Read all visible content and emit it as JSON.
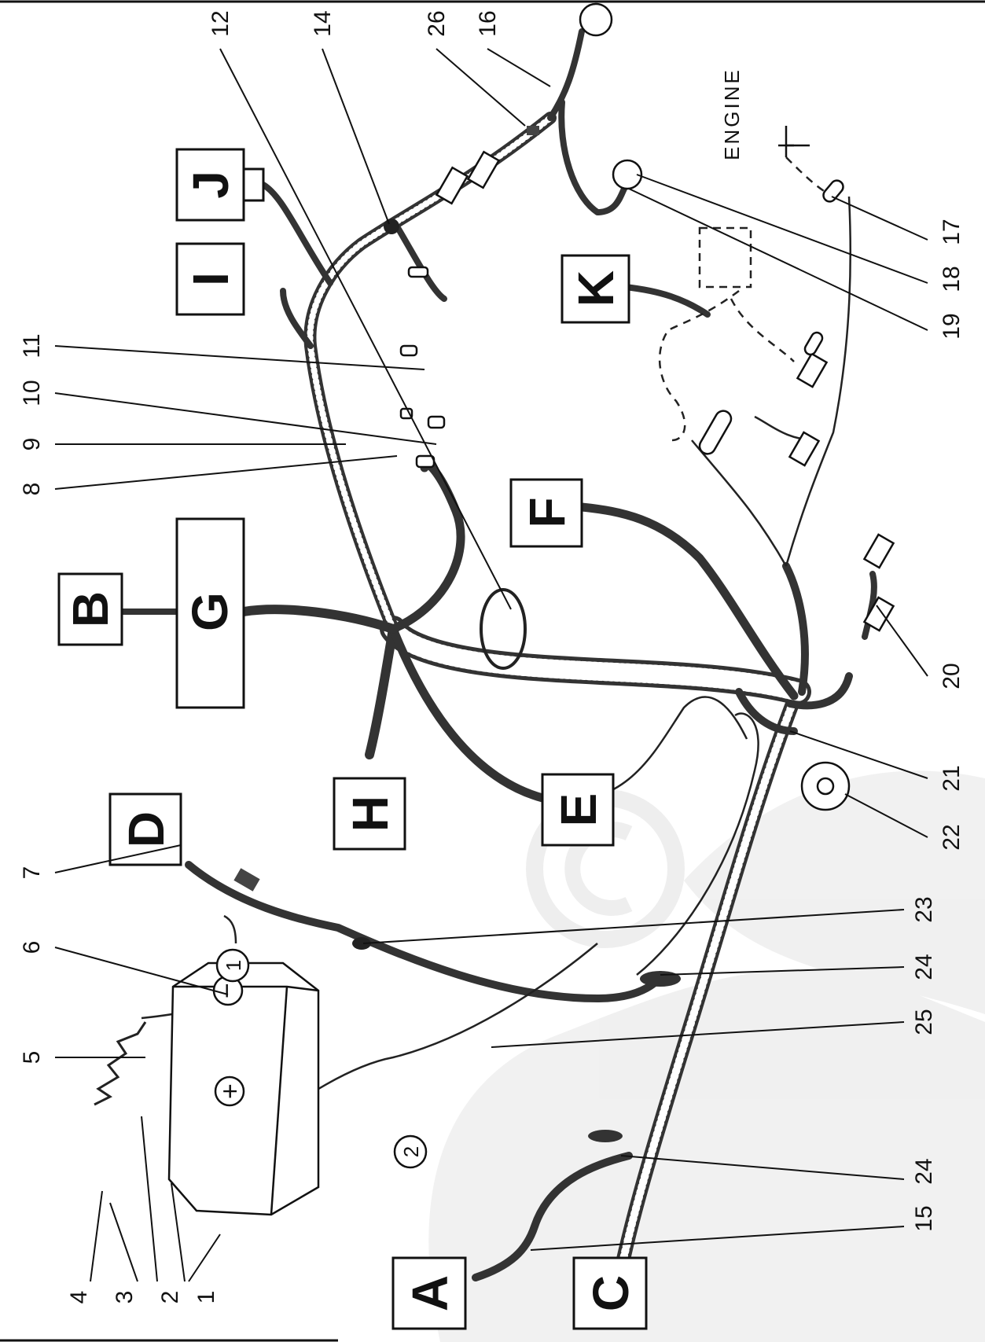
{
  "diagram": {
    "engine_label": "ENGINE",
    "battery_signs": {
      "positive": "+",
      "negative": "−"
    },
    "boxes": [
      {
        "id": "A",
        "label": "A"
      },
      {
        "id": "B",
        "label": "B"
      },
      {
        "id": "C",
        "label": "C"
      },
      {
        "id": "D",
        "label": "D"
      },
      {
        "id": "E",
        "label": "E"
      },
      {
        "id": "F",
        "label": "F"
      },
      {
        "id": "G",
        "label": "G"
      },
      {
        "id": "H",
        "label": "H"
      },
      {
        "id": "I",
        "label": "I"
      },
      {
        "id": "J",
        "label": "J"
      },
      {
        "id": "K",
        "label": "K"
      }
    ],
    "circle_markers": [
      "1",
      "2"
    ],
    "callouts": [
      "1",
      "2",
      "3",
      "4",
      "5",
      "6",
      "7",
      "8",
      "9",
      "10",
      "11",
      "12",
      "14",
      "15",
      "16",
      "17",
      "18",
      "19",
      "20",
      "21",
      "22",
      "23",
      "24",
      "24",
      "25",
      "26"
    ]
  }
}
